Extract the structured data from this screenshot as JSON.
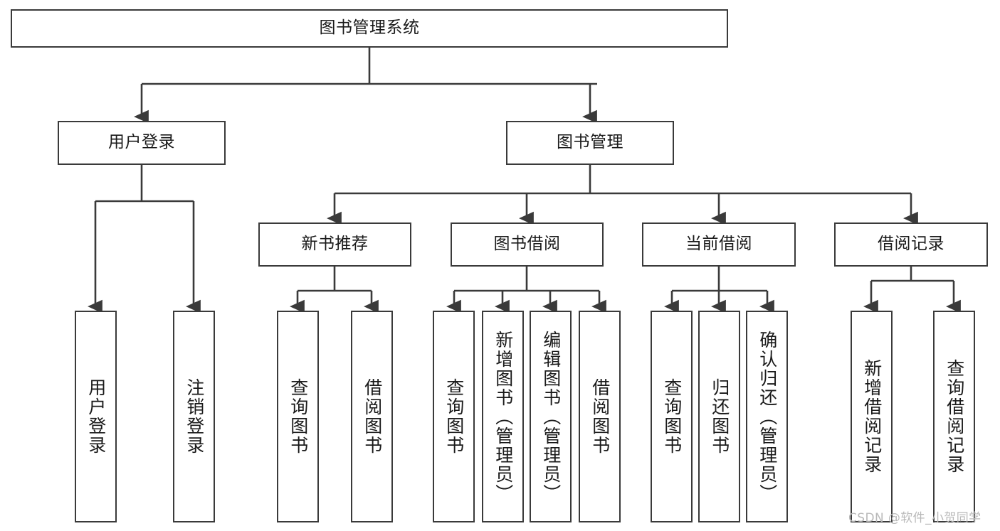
{
  "diagram": {
    "title": "图书管理系统",
    "watermark": "CSDN @软件_小贺同学",
    "colors": {
      "stroke": "#3a3a3a",
      "fill": "#ffffff",
      "text": "#1a1a1a",
      "watermark": "#b9b9b9"
    },
    "levels": {
      "root": {
        "label": "图书管理系统"
      },
      "level2": [
        {
          "id": "user-login",
          "label": "用户登录"
        },
        {
          "id": "book-management",
          "label": "图书管理"
        }
      ],
      "level3": [
        {
          "id": "new-book-recommend",
          "label": "新书推荐"
        },
        {
          "id": "book-borrow",
          "label": "图书借阅"
        },
        {
          "id": "current-borrow",
          "label": "当前借阅"
        },
        {
          "id": "borrow-record",
          "label": "借阅记录"
        }
      ],
      "leaves": {
        "user_login": [
          {
            "id": "leaf-user-login",
            "label": "用户登录"
          },
          {
            "id": "leaf-logout-login",
            "label": "注销登录"
          }
        ],
        "new_book_recommend": [
          {
            "id": "leaf-query-book-1",
            "label": "查询图书"
          },
          {
            "id": "leaf-borrow-book-1",
            "label": "借阅图书"
          }
        ],
        "book_borrow": [
          {
            "id": "leaf-query-book-2",
            "label": "查询图书"
          },
          {
            "id": "leaf-add-book-admin",
            "label": "新增图书（管理员）"
          },
          {
            "id": "leaf-edit-book-admin",
            "label": "编辑图书（管理员）"
          },
          {
            "id": "leaf-borrow-book-2",
            "label": "借阅图书"
          }
        ],
        "current_borrow": [
          {
            "id": "leaf-query-book-3",
            "label": "查询图书"
          },
          {
            "id": "leaf-return-book",
            "label": "归还图书"
          },
          {
            "id": "leaf-confirm-return-admin",
            "label": "确认归还（管理员）"
          }
        ],
        "borrow_record": [
          {
            "id": "leaf-add-borrow-record",
            "label": "新增借阅记录"
          },
          {
            "id": "leaf-query-borrow-record",
            "label": "查询借阅记录"
          }
        ]
      }
    }
  }
}
